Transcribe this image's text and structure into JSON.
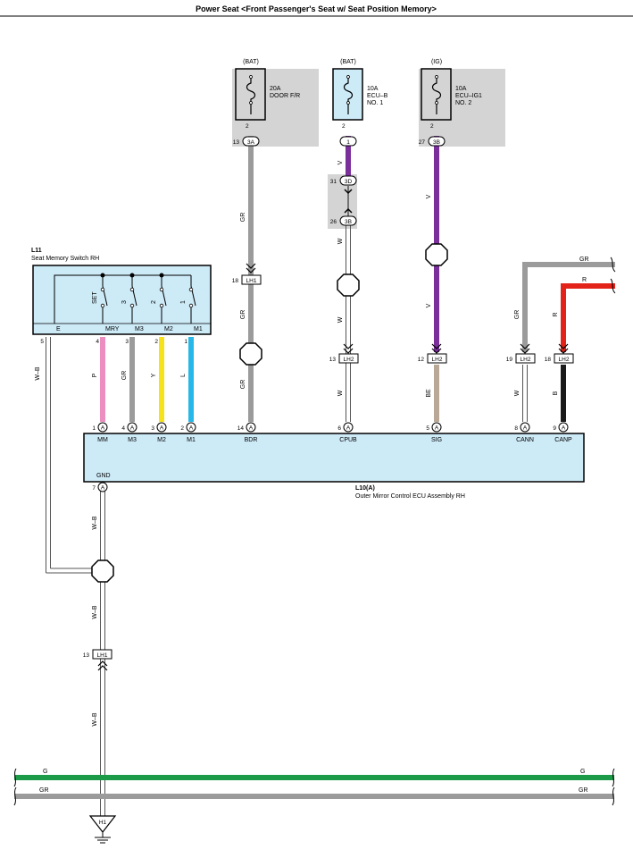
{
  "title": "Power Seat <Front Passenger's Seat w/ Seat Position Memory>",
  "colors": {
    "gray_wire": "#9b9b9b",
    "violet_wire": "#7b2f9b",
    "pink_wire": "#ec8fc0",
    "yellow_wire": "#f5e21a",
    "blue_wire": "#27b7e8",
    "beige_wire": "#b8a895",
    "red_wire": "#e32219",
    "black_wire": "#1a1a1a",
    "green_wire": "#1d9a48",
    "component_fill": "#cdeaf7",
    "shade_fill": "#d4d4d4"
  },
  "fuses": [
    {
      "source": "(BAT)",
      "rating": "20A",
      "name1": "DOOR F/R",
      "name2": "",
      "pin": "2",
      "conn_pin": "13",
      "conn": "3A"
    },
    {
      "source": "(BAT)",
      "rating": "10A",
      "name1": "ECU–B",
      "name2": "NO. 1",
      "pin": "2",
      "conn_pin": "",
      "conn": "1"
    },
    {
      "source": "(IG)",
      "rating": "10A",
      "name1": "ECU–IG1",
      "name2": "NO. 2",
      "pin": "2",
      "conn_pin": "27",
      "conn": "3B"
    }
  ],
  "junction_3d": {
    "pin": "31",
    "conn": "3D"
  },
  "junction_3b": {
    "pin": "26",
    "conn": "3B"
  },
  "switch": {
    "code": "L11",
    "name": "Seat Memory Switch RH",
    "pins": [
      "E",
      "MRY",
      "M3",
      "M2",
      "M1"
    ],
    "pin_nums": [
      "5",
      "4",
      "3",
      "2",
      "1"
    ],
    "switch_labels": [
      "SET",
      "3",
      "2",
      "1"
    ]
  },
  "wire_colors": {
    "bdr_upper": "GR",
    "bdr_mid": "GR",
    "bdr_lower": "GR",
    "cpub_upper": "V",
    "cpub_mid": "W",
    "cpub_lower1": "W",
    "cpub_lower2": "W",
    "sig_upper": "V",
    "sig_mid": "V",
    "sig_lower": "BE",
    "cann_mid": "GR",
    "cann_lower": "W",
    "cann_top": "GR",
    "canp_mid": "R",
    "canp_lower": "B",
    "canp_top": "R",
    "e": "W–B",
    "mry": "P",
    "m3": "GR",
    "m2": "Y",
    "m1": "L",
    "gnd1": "W–B",
    "gnd2": "W–B",
    "gnd3": "W–B",
    "bus_g": "G",
    "bus_gr": "GR"
  },
  "lh_connectors": {
    "bdr": {
      "pin": "18",
      "conn": "LH1"
    },
    "cpub": {
      "pin": "13",
      "conn": "LH2"
    },
    "sig": {
      "pin": "12",
      "conn": "LH2"
    },
    "cann": {
      "pin": "19",
      "conn": "LH2"
    },
    "canp": {
      "pin": "18",
      "conn": "LH2"
    },
    "gnd": {
      "pin": "13",
      "conn": "LH1"
    }
  },
  "ecu": {
    "code": "L10(A)",
    "name": "Outer Mirror Control ECU Assembly RH",
    "conn": "A",
    "terminals": [
      {
        "num": "1",
        "name": "MM"
      },
      {
        "num": "4",
        "name": "M3"
      },
      {
        "num": "3",
        "name": "M2"
      },
      {
        "num": "2",
        "name": "M1"
      },
      {
        "num": "14",
        "name": "BDR"
      },
      {
        "num": "6",
        "name": "CPUB"
      },
      {
        "num": "5",
        "name": "SIG"
      },
      {
        "num": "8",
        "name": "CANN"
      },
      {
        "num": "9",
        "name": "CANP"
      }
    ],
    "gnd_name": "GND",
    "gnd_num": "7"
  },
  "ground": {
    "name": "H1"
  }
}
